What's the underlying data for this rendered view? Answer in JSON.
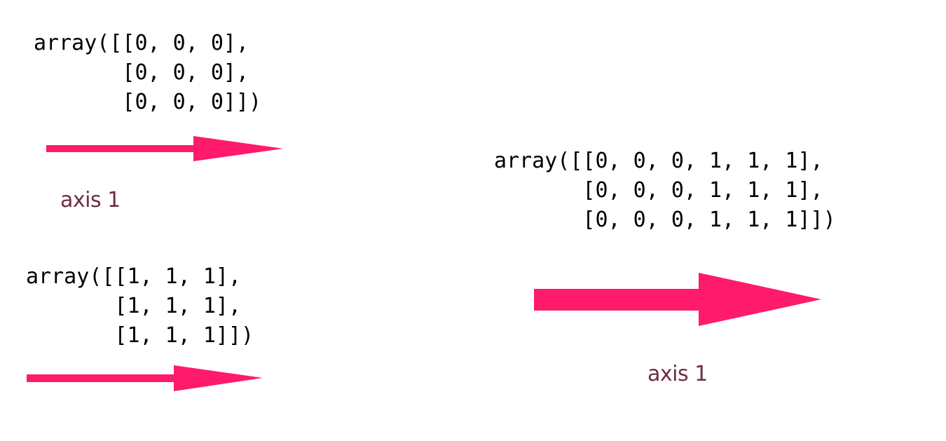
{
  "arrays": {
    "zeros": {
      "lines": [
        "array([[0, 0, 0],",
        "       [0, 0, 0],",
        "       [0, 0, 0]])"
      ]
    },
    "ones": {
      "lines": [
        "array([[1, 1, 1],",
        "       [1, 1, 1],",
        "       [1, 1, 1]])"
      ]
    },
    "result": {
      "lines": [
        "array([[0, 0, 0, 1, 1, 1],",
        "       [0, 0, 0, 1, 1, 1],",
        "       [0, 0, 0, 1, 1, 1]])"
      ]
    }
  },
  "labels": {
    "axis_left": "axis 1",
    "axis_right": "axis 1"
  },
  "colors": {
    "arrow": "#ff1a6b",
    "label": "#6e2e3f",
    "code": "#000000"
  }
}
